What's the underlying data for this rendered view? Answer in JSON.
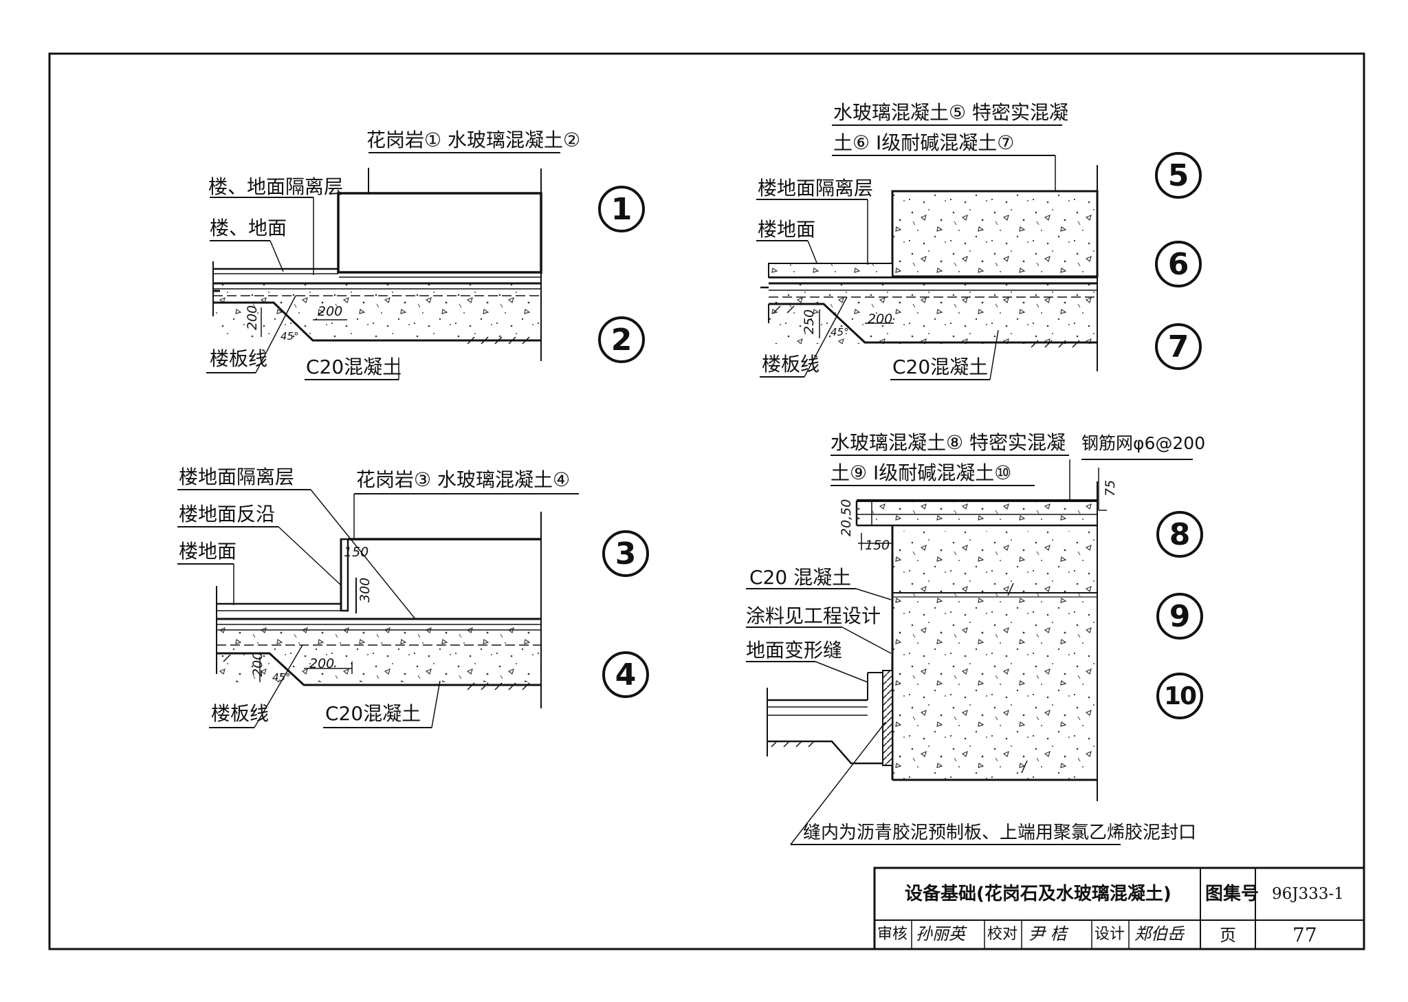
{
  "detail_a": {
    "material_note": "花岗岩① 水玻璃混凝土②",
    "isolation_layer": "楼、地面隔离层",
    "floor": "楼、地面",
    "slab_line": "楼板线",
    "concrete": "C20混凝土",
    "dim_depth": "200",
    "dim_width": "200",
    "dim_angle": "45°"
  },
  "detail_b": {
    "material_note_1": "水玻璃混凝土⑤ 特密实混凝",
    "material_note_2": "土⑥  Ⅰ级耐碱混凝土⑦",
    "isolation_layer": "楼地面隔离层",
    "floor": "楼地面",
    "slab_line": "楼板线",
    "concrete": "C20混凝土",
    "dim_depth": "250",
    "dim_width": "200",
    "dim_angle": "45°"
  },
  "detail_c": {
    "isolation_layer": "楼地面隔离层",
    "material_note": "花岗岩③  水玻璃混凝土④",
    "upturn": "楼地面反沿",
    "floor": "楼地面",
    "slab_line": "楼板线",
    "concrete": "C20混凝土",
    "dim_150": "150",
    "dim_300": "300",
    "dim_depth": "200",
    "dim_width": "200",
    "dim_angle": "45°"
  },
  "detail_d": {
    "material_note_1": "水玻璃混凝土⑧  特密实混凝",
    "material_note_2": "土⑨  Ⅰ级耐碱混凝土⑩",
    "rebar": "钢筋网φ6@200",
    "concrete": "C20 混凝土",
    "coating": "涂料见工程设计",
    "joint": "地面变形缝",
    "joint_note": "缝内为沥青胶泥预制板、上端用聚氯乙烯胶泥封口",
    "dim_75": "75",
    "dim_top": "20,50",
    "dim_150": "150"
  },
  "markers": [
    "1",
    "2",
    "3",
    "4",
    "5",
    "6",
    "7",
    "8",
    "9",
    "10"
  ],
  "title_block": {
    "title": "设备基础(花岗石及水玻璃混凝土)",
    "atlas_label": "图集号",
    "atlas_no": "96J333-1",
    "review_label": "审核",
    "review_sig": "孙丽英",
    "check_label": "校对",
    "check_sig": "尹  桔",
    "design_label": "设计",
    "design_sig": "郑伯岳",
    "page_label": "页",
    "page_no": "77"
  }
}
